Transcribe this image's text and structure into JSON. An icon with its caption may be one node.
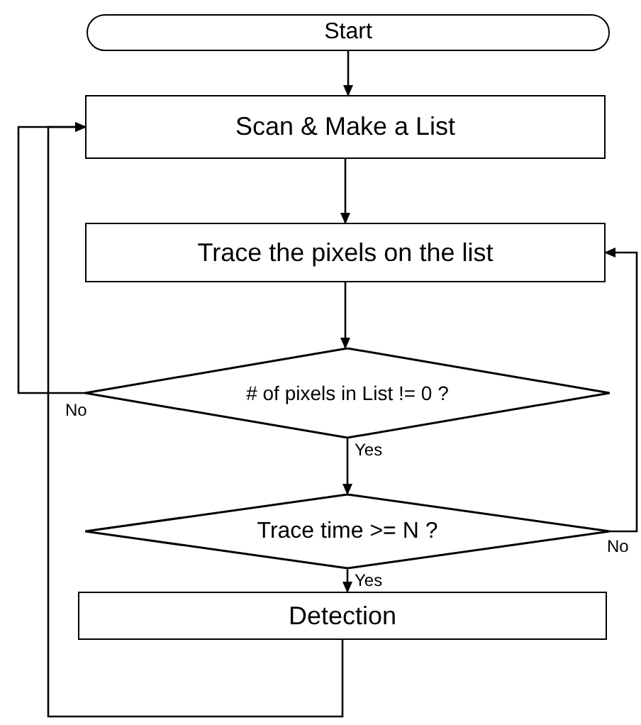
{
  "diagram": {
    "nodes": [
      {
        "text": [
          "Start"
        ]
      },
      {
        "text": [
          "Scan & Make a List"
        ]
      },
      {
        "text": [
          "Trace the pixels on the list"
        ]
      },
      {
        "text": [
          "# of pixels in List != 0 ?"
        ]
      },
      {
        "text": [
          "Trace time >= N ?"
        ]
      },
      {
        "text": [
          "Detection"
        ]
      }
    ],
    "edges": [
      {
        "from": 0,
        "to": 1,
        "arrow": "to"
      },
      {
        "from": 1,
        "to": 2,
        "arrow": "to"
      },
      {
        "from": 2,
        "to": 3,
        "arrow": "to"
      },
      {
        "from": 3,
        "to": 4,
        "arrow": "to",
        "label": "Yes"
      },
      {
        "from": 3,
        "to": 1,
        "arrow": "to",
        "label": "No"
      },
      {
        "from": 4,
        "to": 5,
        "arrow": "to",
        "label": "Yes"
      },
      {
        "from": 4,
        "to": 2,
        "arrow": "to",
        "label": "No"
      },
      {
        "from": 5,
        "to": 1,
        "arrow": "to"
      }
    ]
  }
}
